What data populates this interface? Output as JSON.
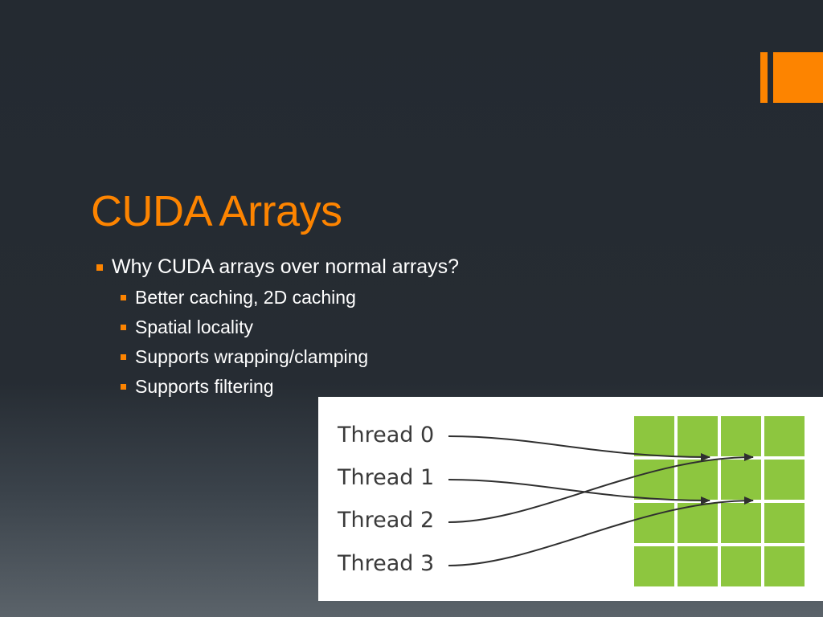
{
  "slide": {
    "title": "CUDA Arrays",
    "accent_color": "#fd8400",
    "bullets": {
      "main": "Why CUDA arrays over normal arrays?",
      "sub": [
        "Better caching, 2D caching",
        "Spatial locality",
        "Supports wrapping/clamping",
        "Supports filtering"
      ]
    },
    "figure": {
      "threads": [
        "Thread 0",
        "Thread 1",
        "Thread 2",
        "Thread 3"
      ],
      "grid": {
        "rows": 4,
        "cols": 4,
        "cell_color": "#8dc63f"
      },
      "arrow_color": "#2f2f2f",
      "arrows": [
        {
          "thread": 0,
          "row": 1,
          "col": 1
        },
        {
          "thread": 1,
          "row": 2,
          "col": 1
        },
        {
          "thread": 2,
          "row": 1,
          "col": 2
        },
        {
          "thread": 3,
          "row": 2,
          "col": 2
        }
      ]
    }
  }
}
